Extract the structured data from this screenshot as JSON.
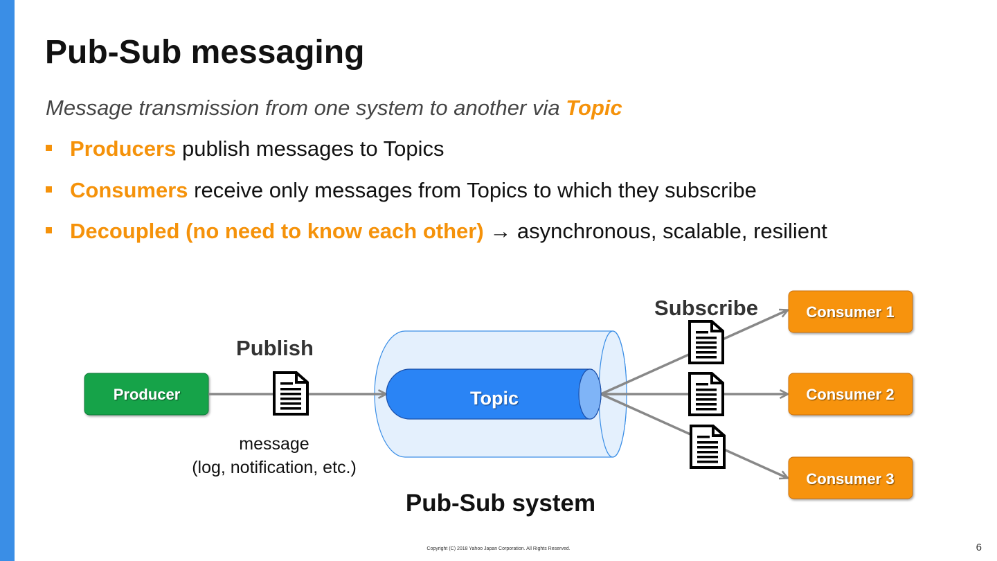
{
  "slide": {
    "title": "Pub-Sub messaging",
    "subtitle_prefix": "Message transmission from one system to another via ",
    "subtitle_highlight": "Topic",
    "bullets": [
      {
        "highlight": "Producers",
        "text": " publish messages to Topics"
      },
      {
        "highlight": "Consumers",
        "text": " receive only messages from Topics to which they subscribe"
      },
      {
        "highlight": "Decoupled (no need to know each other)",
        "text": " → asynchronous, scalable, resilient"
      }
    ],
    "footer": "Copyright (C) 2018 Yahoo Japan Corporation. All Rights Reserved.",
    "page_number": "6"
  },
  "diagram": {
    "producer_label": "Producer",
    "publish_label": "Publish",
    "message_label": "message",
    "message_sublabel": "(log, notification, etc.)",
    "topic_label": "Topic",
    "system_label": "Pub-Sub system",
    "subscribe_label": "Subscribe",
    "consumers": [
      "Consumer 1",
      "Consumer 2",
      "Consumer 3"
    ]
  },
  "colors": {
    "accent_bar": "#3a8ee6",
    "highlight": "#f5920a",
    "producer": "#16a34a",
    "consumer": "#f7930c",
    "topic": "#2a84f5",
    "system_fill": "#e4f0fd",
    "arrow": "#888888"
  },
  "icons": [
    "document-icon"
  ]
}
